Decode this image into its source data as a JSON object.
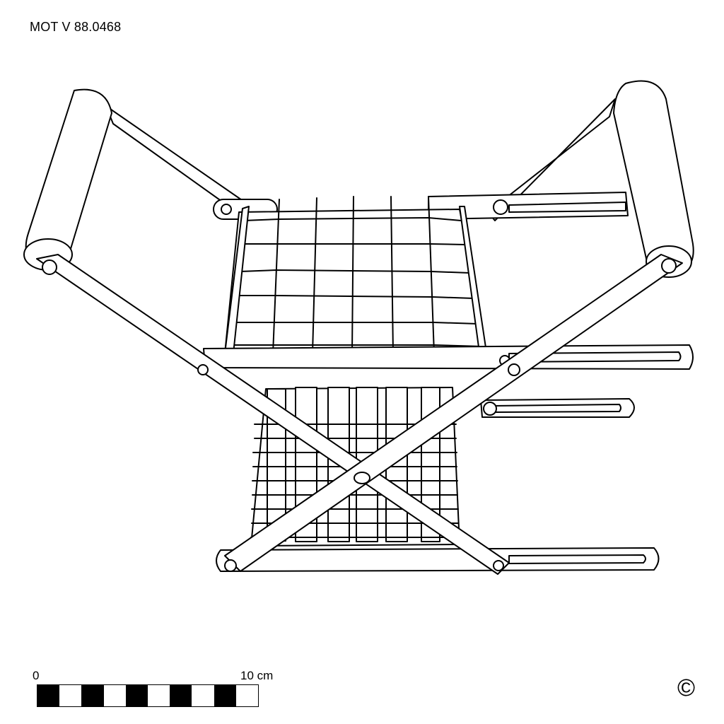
{
  "catalog_id": "MOT V 88.0468",
  "scale": {
    "start_label": "0",
    "end_label": "10 cm",
    "segments": [
      "dark",
      "light",
      "dark",
      "light",
      "dark",
      "light",
      "dark",
      "light",
      "dark",
      "light"
    ]
  },
  "copyright_symbol": "©",
  "colors": {
    "stroke": "#000000",
    "background": "#ffffff"
  }
}
